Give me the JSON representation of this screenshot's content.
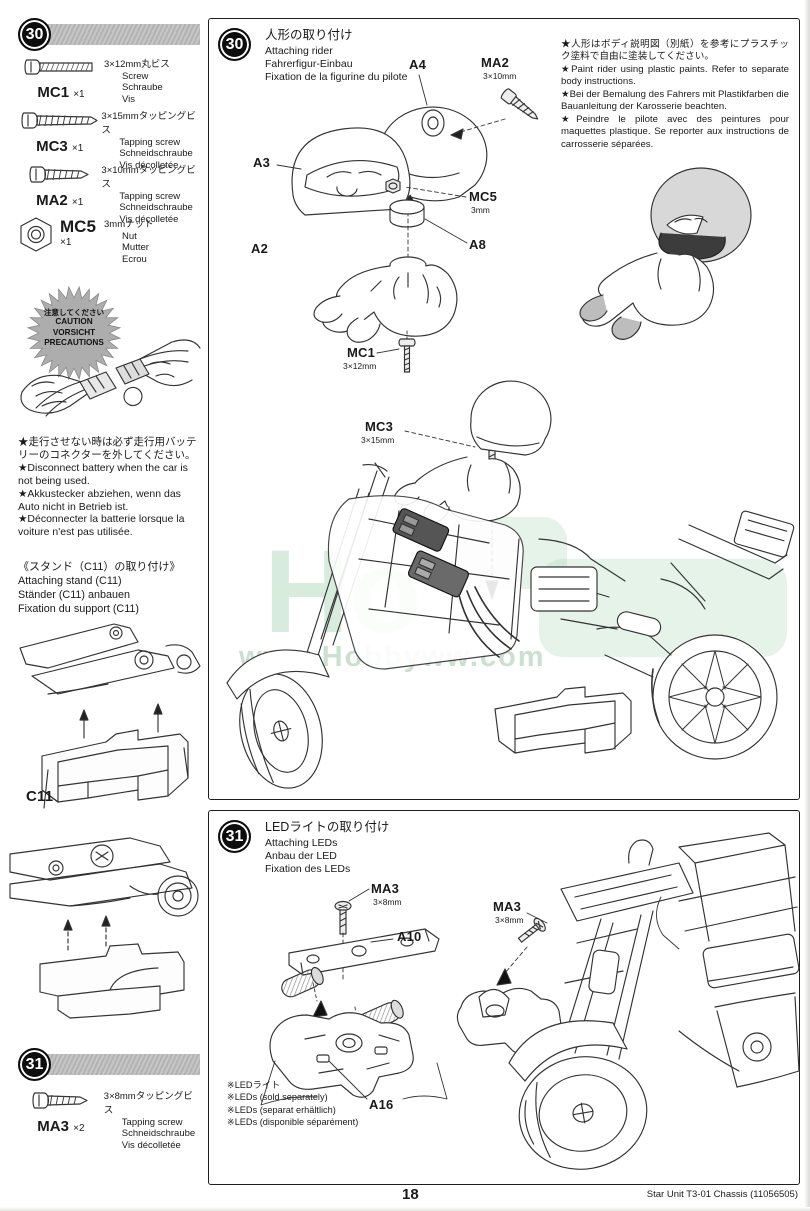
{
  "page": {
    "number": "18",
    "footer_right": "Star Unit T3-01 Chassis (11056505)"
  },
  "watermark": {
    "big": "Ho",
    "url": "www.Hobbyww.com"
  },
  "sidebar": {
    "step30": {
      "badge": "30",
      "parts": [
        {
          "code": "MC1",
          "qty": "×1",
          "ja": "3×12mm丸ビス",
          "en": "Screw",
          "de": "Schraube",
          "fr": "Vis"
        },
        {
          "code": "MC3",
          "qty": "×1",
          "ja": "3×15mmタッピングビス",
          "en": "Tapping screw",
          "de": "Schneidschraube",
          "fr": "Vis décolletée"
        },
        {
          "code": "MA2",
          "qty": "×1",
          "ja": "3×10mmタッピングビス",
          "en": "Tapping screw",
          "de": "Schneidschraube",
          "fr": "Vis décolletée"
        },
        {
          "code": "MC5",
          "qty": "×1",
          "ja": "3mmナット",
          "en": "Nut",
          "de": "Mutter",
          "fr": "Ecrou"
        }
      ]
    },
    "caution": {
      "burst": [
        "注意してください",
        "CAUTION",
        "VORSICHT",
        "PRECAUTIONS"
      ],
      "lines": [
        "★走行させない時は必ず走行用バッテリーのコネクターを外してください。",
        "★Disconnect battery when the car is not being used.",
        "★Akkustecker abziehen, wenn das Auto nicht in Betrieb ist.",
        "★Déconnecter la batterie lorsque la voiture n'est pas utilisée."
      ]
    },
    "stand": {
      "ja": "《スタンド（C11）の取り付け》",
      "en": "Attaching stand (C11)",
      "de": "Ständer (C11) anbauen",
      "fr": "Fixation du support (C11)",
      "label": "C11"
    },
    "step31": {
      "badge": "31",
      "parts": [
        {
          "code": "MA3",
          "qty": "×2",
          "ja": "3×8mmタッピングビス",
          "en": "Tapping screw",
          "de": "Schneidschraube",
          "fr": "Vis décolletée"
        }
      ]
    }
  },
  "panel30": {
    "badge": "30",
    "title_ja": "人形の取り付け",
    "title_en": "Attaching rider",
    "title_de": "Fahrerfigur-Einbau",
    "title_fr": "Fixation de la figurine du pilote",
    "note": [
      "★人形はボディ説明図（別紙）を参考にプラスチック塗料で自由に塗装してください。",
      "★Paint rider using plastic paints. Refer to separate body instructions.",
      "★Bei der Bemalung des Fahrers mit Plastikfarben die Bauanleitung der Karosserie beachten.",
      "★Peindre le pilote avec des peintures pour maquettes plastique. Se reporter aux instructions de carrosserie séparées."
    ],
    "labels": {
      "a4": "A4",
      "ma2": "MA2",
      "ma2_size": "3×10mm",
      "a3": "A3",
      "mc5": "MC5",
      "mc5_size": "3mm",
      "a8": "A8",
      "a2": "A2",
      "mc1": "MC1",
      "mc1_size": "3×12mm",
      "mc3": "MC3",
      "mc3_size": "3×15mm"
    }
  },
  "panel31": {
    "badge": "31",
    "title_ja": "LEDライトの取り付け",
    "title_en": "Attaching LEDs",
    "title_de": "Anbau der LED",
    "title_fr": "Fixation des LEDs",
    "labels": {
      "ma3_l": "MA3",
      "ma3_l_size": "3×8mm",
      "a10": "A10",
      "a16": "A16",
      "ma3_r": "MA3",
      "ma3_r_size": "3×8mm"
    },
    "notes": [
      "※LEDライト",
      "※LEDs (sold separately)",
      "※LEDs (separat erhältlich)",
      "※LEDs (disponible séparément)"
    ]
  }
}
